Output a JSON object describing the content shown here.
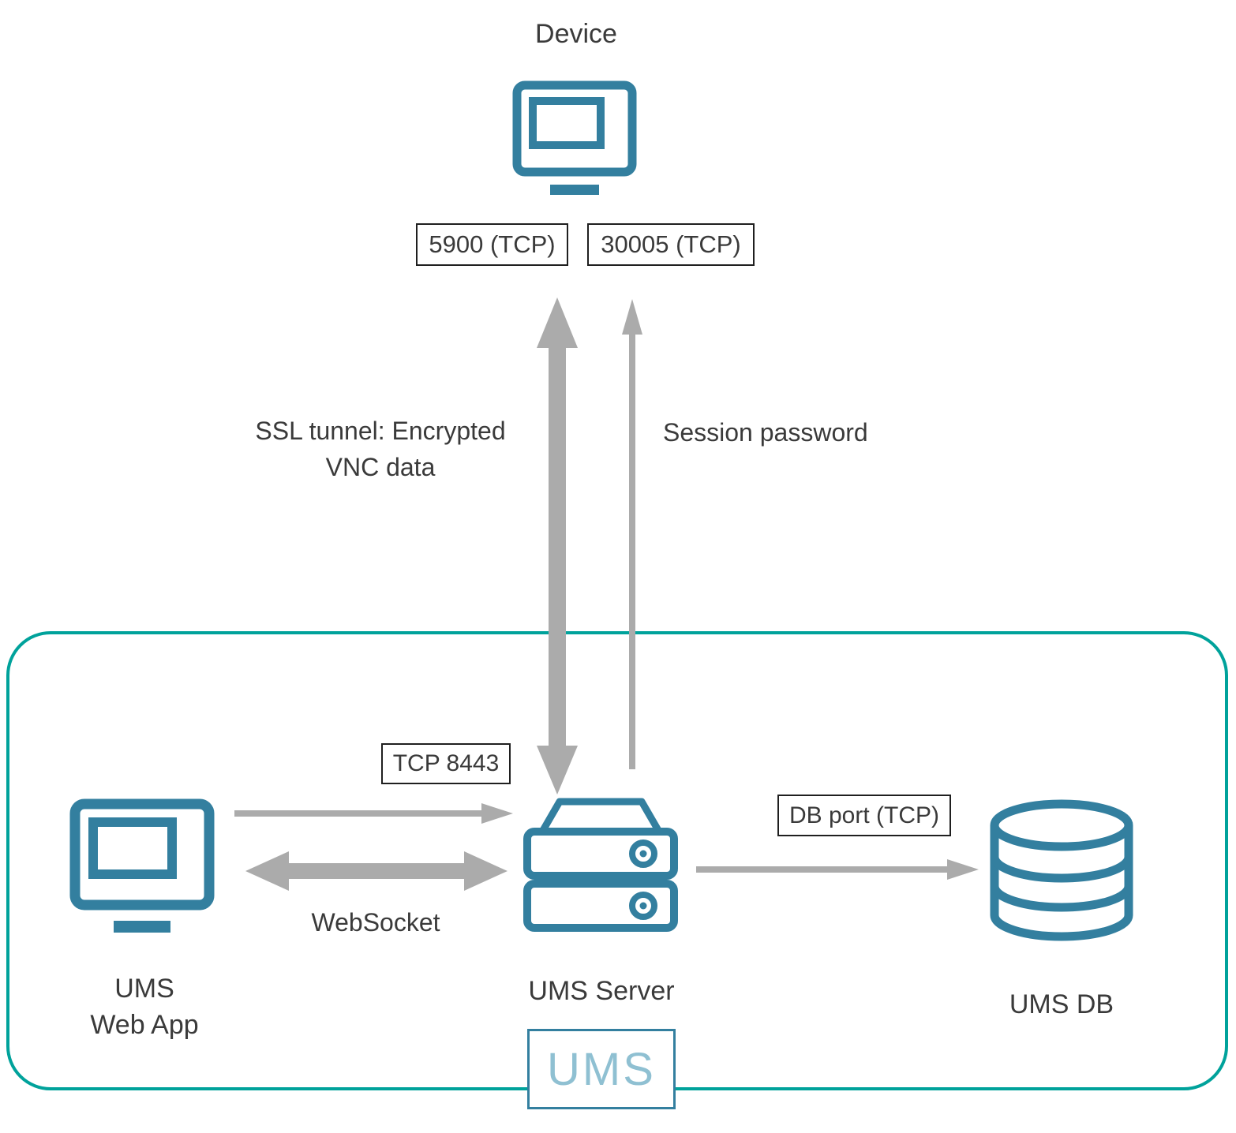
{
  "colors": {
    "icon_teal": "#337f9f",
    "boundary_teal": "#00a29b",
    "arrow_gray": "#ababab",
    "port_box_border": "#1f1f1f",
    "text": "#3a3a3a",
    "logo_text": "#8fc0d2"
  },
  "nodes": {
    "device": {
      "label": "Device"
    },
    "web_app": {
      "label": "UMS Web App"
    },
    "server": {
      "label": "UMS Server"
    },
    "db": {
      "label": "UMS DB"
    }
  },
  "ports": {
    "vnc": "5900 (TCP)",
    "session": "30005 (TCP)",
    "tcp8443": "TCP 8443",
    "db_port": "DB port (TCP)"
  },
  "edges": {
    "ssl_tunnel": "SSL tunnel: Encrypted VNC data",
    "session_password": "Session password",
    "websocket": "WebSocket"
  },
  "logo": "UMS"
}
